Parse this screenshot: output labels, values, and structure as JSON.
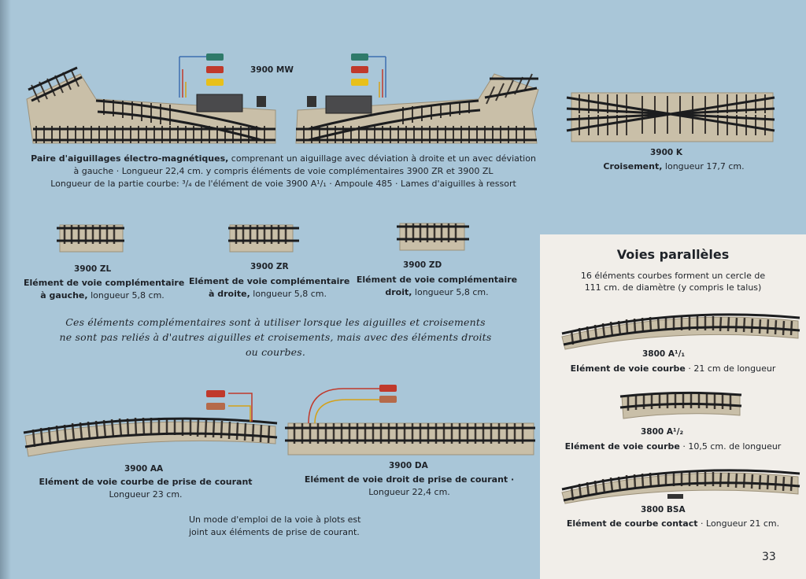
{
  "page_number": "33",
  "colors": {
    "background": "#a9c6d8",
    "panel": "#f1eee9",
    "ballast": "#c9bfa8",
    "rail": "#1c1d1f",
    "sleeper": "#3a3530"
  },
  "switches": {
    "code": "3900 MW",
    "desc": [
      {
        "bold": "Paire d'aiguillages électro-magnétiques,",
        "rest": " comprenant un aiguillage avec déviation à droite et un avec déviation"
      },
      {
        "bold": "",
        "rest": "à gauche · Longueur 22,4 cm. y compris éléments de voie complémentaires 3900 ZR et 3900 ZL"
      },
      {
        "bold": "",
        "rest": "Longueur de la partie courbe: ³/₄ de l'élément de voie 3900 A¹/₁ · Ampoule 485 · Lames d'aiguilles à ressort"
      }
    ]
  },
  "crossing": {
    "code": "3900 K",
    "bold": "Croisement,",
    "rest": " longueur 17,7 cm."
  },
  "complements": [
    {
      "code": "3900 ZL",
      "line1": "Elément de voie complémentaire",
      "line2_bold": "à gauche,",
      "line2_rest": " longueur 5,8 cm."
    },
    {
      "code": "3900 ZR",
      "line1": "Elément de voie complémentaire",
      "line2_bold": "à droite,",
      "line2_rest": " longueur 5,8 cm."
    },
    {
      "code": "3900 ZD",
      "line1": "Elément de voie complémentaire",
      "line2_bold": "droit,",
      "line2_rest": " longueur 5,8 cm."
    }
  ],
  "note_italic": [
    "Ces éléments complémentaires sont à utiliser lorsque les aiguilles et croisements",
    "ne sont pas reliés à d'autres aiguilles et croisements, mais avec des éléments droits",
    "ou courbes."
  ],
  "power_tracks": [
    {
      "code": "3900 AA",
      "line1": "Elément de voie courbe de prise de courant",
      "line2": "Longueur 23 cm."
    },
    {
      "code": "3900 DA",
      "line1": "Elément de voie droit de prise de courant ·",
      "line2": "Longueur 22,4 cm."
    }
  ],
  "power_note": [
    "Un mode d'emploi de la voie à plots est",
    "joint aux éléments de prise de courant."
  ],
  "parallel": {
    "title": "Voies parallèles",
    "intro": [
      "16 éléments courbes forment un cercle de",
      "111 cm. de diamètre (y compris le talus)"
    ],
    "items": [
      {
        "code": "3800 A¹/₁",
        "bold": "Elément de voie courbe",
        "rest": " · 21 cm de longueur"
      },
      {
        "code": "3800 A¹/₂",
        "bold": "Elément de voie courbe",
        "rest": " · 10,5 cm. de longueur"
      },
      {
        "code": "3800 BSA",
        "bold": "Elément de courbe contact",
        "rest": " · Longueur 21 cm."
      }
    ]
  }
}
